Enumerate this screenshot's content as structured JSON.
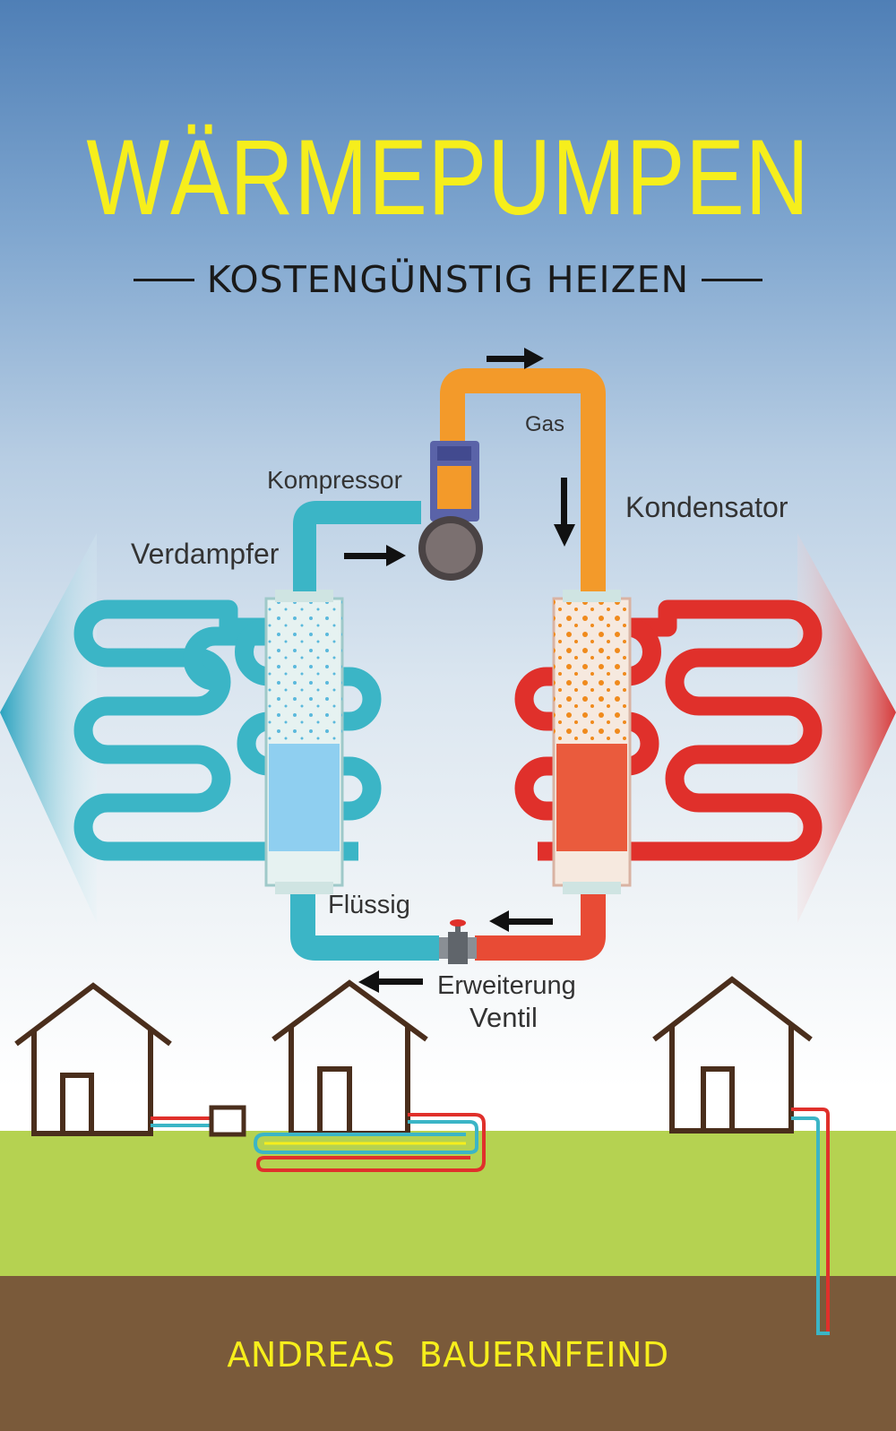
{
  "cover": {
    "title": "WÄRMEPUMPEN",
    "subtitle": "KOSTENGÜNSTIG HEIZEN",
    "author": "ANDREAS  BAUERNFEIND"
  },
  "diagram": {
    "labels": {
      "gas": "Gas",
      "kompressor": "Kompressor",
      "kondensator": "Kondensator",
      "verdampfer": "Verdampfer",
      "fluessig": "Flüssig",
      "erweiterung": "Erweiterung",
      "ventil": "Ventil"
    }
  },
  "colors": {
    "title_yellow": "#f6ee1c",
    "cold_blue": "#3bb5c6",
    "hot_red": "#e0302b",
    "gas_orange": "#f39a2a",
    "grass_green": "#b5d251",
    "soil_brown": "#7a5a3a",
    "house_brown": "#4a2e1c"
  }
}
